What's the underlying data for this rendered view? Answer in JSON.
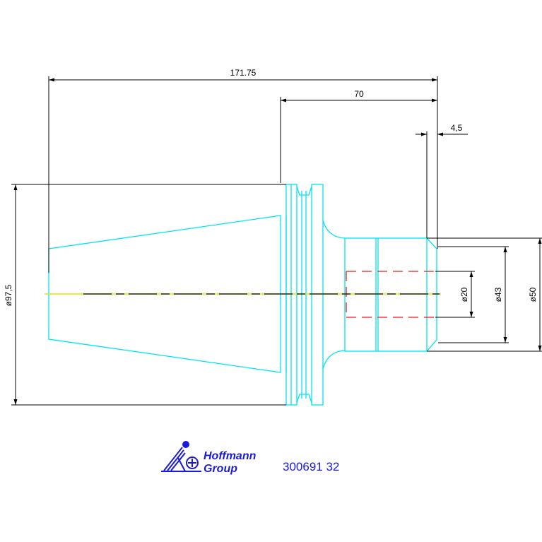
{
  "dimensions": {
    "overall_length": "171.75",
    "collar_length": "70",
    "step": "4,5",
    "taper_diameter": "ø97,5",
    "bore_diameter": "ø20",
    "shank_inner_diameter": "ø43",
    "shank_outer_diameter": "ø50"
  },
  "logo": {
    "line1": "Hoffmann",
    "line2": "Group",
    "icon": "hoffmann-group-logo-icon"
  },
  "part_number": "300691 32",
  "colors": {
    "outline": "#00e5ee",
    "dimension": "#000000",
    "hidden": "#e02020",
    "centerline": "#e6e600",
    "brand": "#1a1adc"
  }
}
